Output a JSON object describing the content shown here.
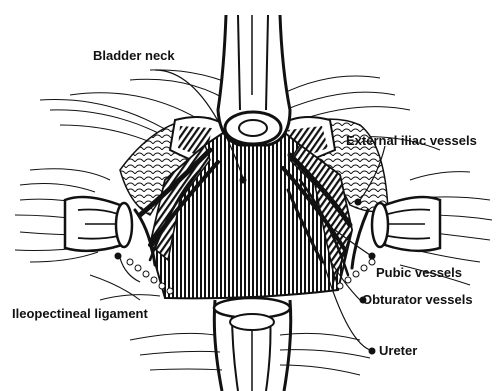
{
  "colors": {
    "ink": "#111111",
    "background": "#ffffff"
  },
  "labels": {
    "bladder_neck": "Bladder neck",
    "external_iliac_vessels": "External iliac vessels",
    "pubic_vessels": "Pubic vessels",
    "obturator_vessels": "Obturator vessels",
    "ileopectineal_ligament": "Ileopectineal ligament",
    "ureter": "Ureter"
  }
}
